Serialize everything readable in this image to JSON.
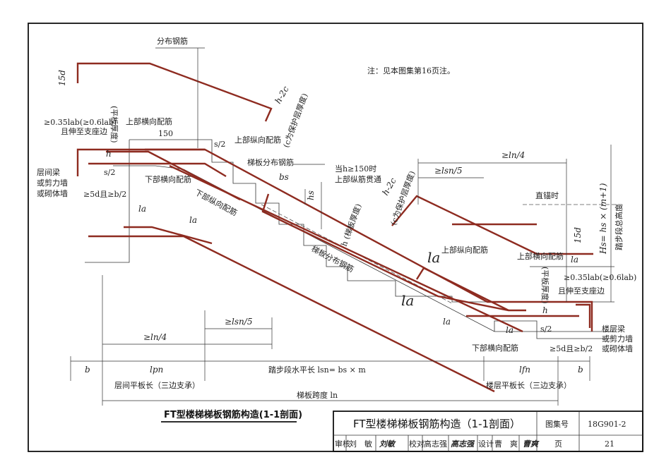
{
  "note": "注：见本图集第16页注。",
  "labels": {
    "distribution_bar_top": "分布钢筋",
    "d15_top": "15d",
    "anchor_left": "≥0.35lab(≥0.6lab)",
    "anchor_left_2": "且伸至支座边",
    "slab_thickness_left": "(平板厚度)",
    "upper_transverse_left": "上部横向配筋",
    "dim_150": "150",
    "h_left": "h",
    "s2_left": "s/2",
    "s2_top": "s/2",
    "lower_transverse_left": "下部横向配筋",
    "beam_left_1": "层间梁",
    "beam_left_2": "或剪力墙",
    "beam_left_3": "或砌体墙",
    "min5d_left": "≥5d且≥b/2",
    "la_left1": "la",
    "la_left2": "la",
    "lower_longitudinal": "下部纵向配筋",
    "upper_longitudinal_mid": "上部纵向配筋",
    "dist_bar_mid": "梯板分布钢筋",
    "dist_bar_low": "梯板分布钢筋",
    "h2c_top": "h-2c",
    "cover_top": "(c为保护层厚度)",
    "h2c_right": "h-2c",
    "cover_right": "(c为保护层厚度)",
    "bs": "bs",
    "hs": "hs",
    "when_h150_1": "当h≥150时",
    "when_h150_2": "上部纵筋贯通",
    "h_slab": "h (梯板厚度)",
    "ln4_right": "≥ln/4",
    "lsn5_right": "≥lsn/5",
    "straight_anchor": "直锚时",
    "d15_right": "15d",
    "hs_total": "Hs= hs × (m+1)",
    "step_height": "踏步段总高度",
    "la_big1": "la",
    "la_big2": "la",
    "upper_longitudinal_right": "上部纵向配筋",
    "upper_transverse_right": "上部横向配筋",
    "la_right": "la",
    "anchor_right": "≥0.35lab(≥0.6lab)",
    "anchor_right_2": "且伸至支座边",
    "slab_thickness_right": "(平板厚度)",
    "h_right": "h",
    "la_r1": "la",
    "la_r2": "la",
    "s2_right": "s/2",
    "lower_transverse_right": "下部横向配筋",
    "min5d_right": "≥5d且≥b/2",
    "beam_right_1": "楼层梁",
    "beam_right_2": "或剪力墙",
    "beam_right_3": "或砌体墙",
    "ln4_left": "≥ln/4",
    "lsn5_left": "≥lsn/5"
  },
  "dimensions": {
    "b_left": "b",
    "lpn": "lpn",
    "step_length": "踏步段水平长  lsn= bs × m",
    "lfn": "lfn",
    "b_right": "b",
    "landing_left": "层间平板长（三边支承）",
    "landing_right": "楼层平板长（三边支承）",
    "span": "梯板跨度  ln"
  },
  "caption": "FT型楼梯梯板钢筋构造(1-1剖面)",
  "title_block": {
    "title": "FT型楼梯梯板钢筋构造（1-1剖面）",
    "atlas_label": "图集号",
    "atlas_no": "18G901-2",
    "review_label": "审核",
    "reviewer": "刘　敏",
    "reviewer_sig": "刘敏",
    "check_label": "校对",
    "checker": "高志强",
    "checker_sig": "高志强",
    "design_label": "设计",
    "designer": "曹　爽",
    "designer_sig": "曹爽",
    "page_label": "页",
    "page_no": "21"
  },
  "colors": {
    "rebar": "#8e2b20",
    "line": "#333333"
  }
}
